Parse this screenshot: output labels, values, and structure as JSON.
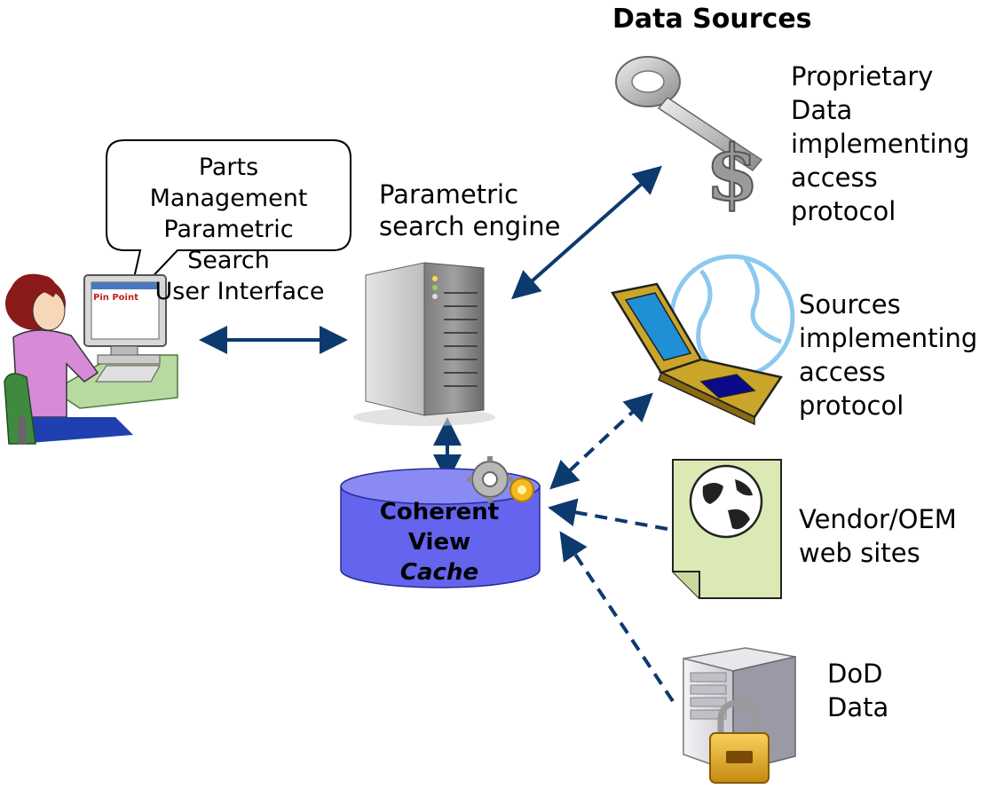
{
  "heading": "Data Sources",
  "user_bubble": {
    "lines": [
      "Parts",
      "Management",
      "Parametric",
      "Search",
      "User Interface"
    ]
  },
  "monitor_logo": "Pin Point",
  "engine_label": {
    "lines": [
      "Parametric",
      "search engine"
    ]
  },
  "cache_label": {
    "line1": "Coherent",
    "line2": "View",
    "line3": "Cache"
  },
  "sources": {
    "proprietary": {
      "lines": [
        "Proprietary",
        "Data",
        "implementing",
        "access",
        "protocol"
      ],
      "icon": "key-dollar-icon"
    },
    "protocol_sources": {
      "lines": [
        "Sources",
        "implementing",
        "access",
        "protocol"
      ],
      "icon": "laptop-globe-icon"
    },
    "vendor": {
      "lines": [
        "Vendor/OEM",
        "web sites"
      ],
      "icon": "web-page-globe-icon"
    },
    "dod": {
      "lines": [
        "DoD",
        "Data"
      ],
      "icon": "locked-server-icon"
    }
  },
  "colors": {
    "arrow": "#0d3a6e",
    "cache_fill": "#6464ee",
    "cache_top": "#8a8af5",
    "page_fill": "#dbe9b5",
    "laptop_body": "#c9a52a",
    "laptop_screen": "#1f8fd6",
    "globe": "#8cc8ef"
  }
}
